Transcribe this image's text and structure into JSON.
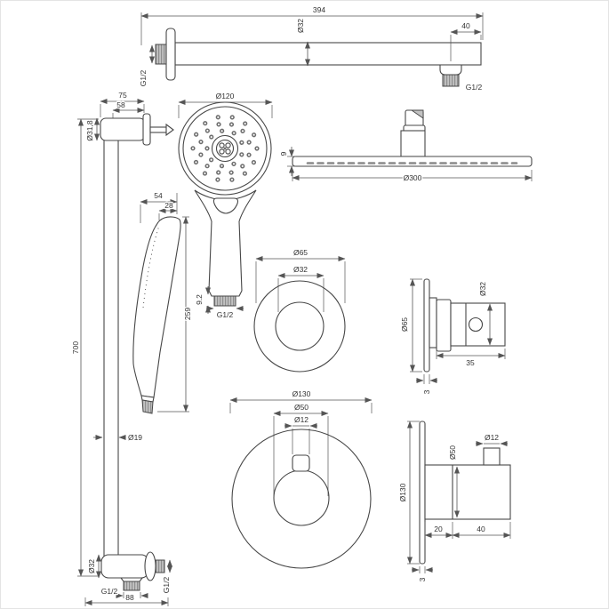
{
  "colors": {
    "line": "#474747",
    "dimension": "#555555",
    "label_text": "#333333",
    "shade_gray": "#c2c2c2",
    "hatch_dark": "#8f8f8f"
  },
  "dims": {
    "arm": {
      "length": "394",
      "diameter": "Ø32",
      "end_offset": "40",
      "wall_thread": "G1/2",
      "outlet_thread": "G1/2"
    },
    "rail": {
      "bracket_depth": "75",
      "bracket_inset": "58",
      "bracket_diameter": "Ø31,8",
      "length": "700",
      "bar_diameter": "Ø19",
      "elbow_diameter": "Ø32",
      "outlet_thread": "G1/2",
      "wall_thread": "G1/2",
      "base_width": "88"
    },
    "hand_front": {
      "head_diameter": "Ø120",
      "thread_length": "9.2",
      "thread": "G1/2"
    },
    "hand_side": {
      "head_width": "54",
      "head_thickness": "28",
      "length": "259"
    },
    "rain": {
      "plate_thickness": "9",
      "diameter": "Ø300"
    },
    "valve_front": {
      "plate_diameter": "Ø65",
      "core_diameter": "Ø32"
    },
    "valve_side": {
      "handle_diameter": "Ø32",
      "plate_diameter": "Ø65",
      "depth": "35",
      "plate_thickness": "3"
    },
    "thermo_front": {
      "plate_diameter": "Ø130",
      "knob_diameter": "Ø50",
      "button_diameter": "Ø12"
    },
    "thermo_side": {
      "button_diameter": "Ø12",
      "knob_diameter": "Ø50",
      "plate_diameter": "Ø130",
      "knob_depth": "20",
      "body_depth": "40",
      "plate_thickness": "3"
    }
  }
}
